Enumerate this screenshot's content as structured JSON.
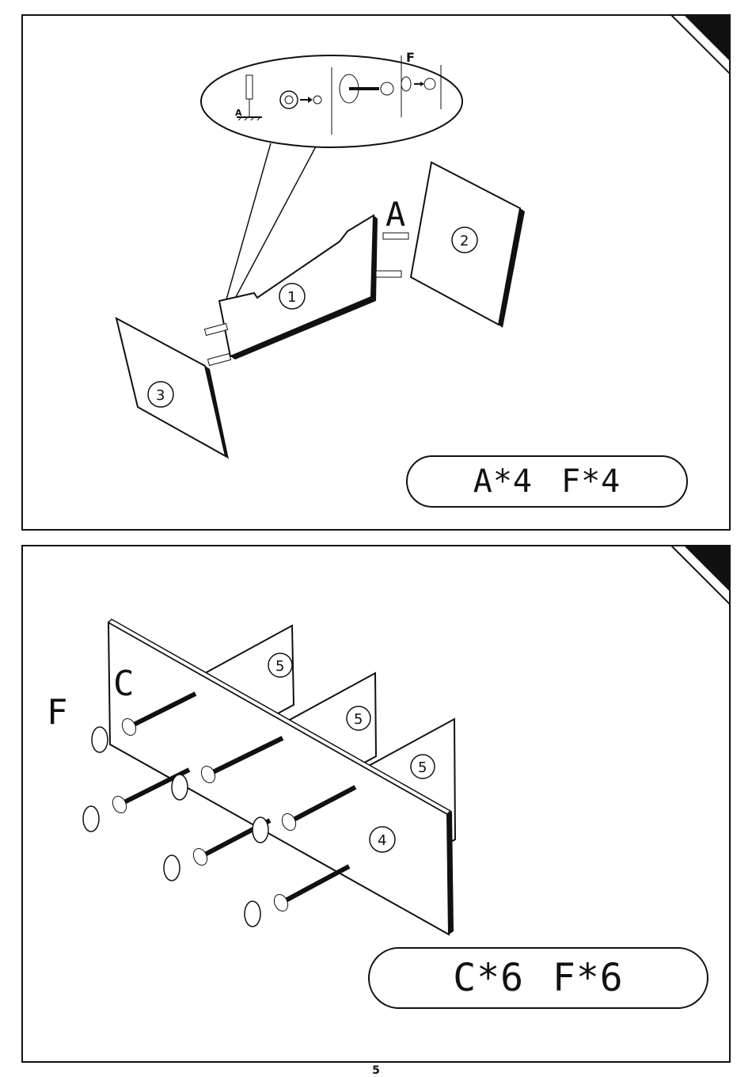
{
  "page_number": "5",
  "steps": [
    {
      "parts_summary": [
        "A*4",
        "F*4"
      ],
      "hardware_labels": {
        "dowel": "A",
        "cam": "F",
        "detail_dowel": "A"
      },
      "panel_numbers": [
        "1",
        "2",
        "3"
      ]
    },
    {
      "parts_summary": [
        "C*6",
        "F*6"
      ],
      "hardware_labels": {
        "screw": "C",
        "cap": "F"
      },
      "panel_numbers": [
        "4",
        "5",
        "5",
        "5"
      ]
    }
  ]
}
